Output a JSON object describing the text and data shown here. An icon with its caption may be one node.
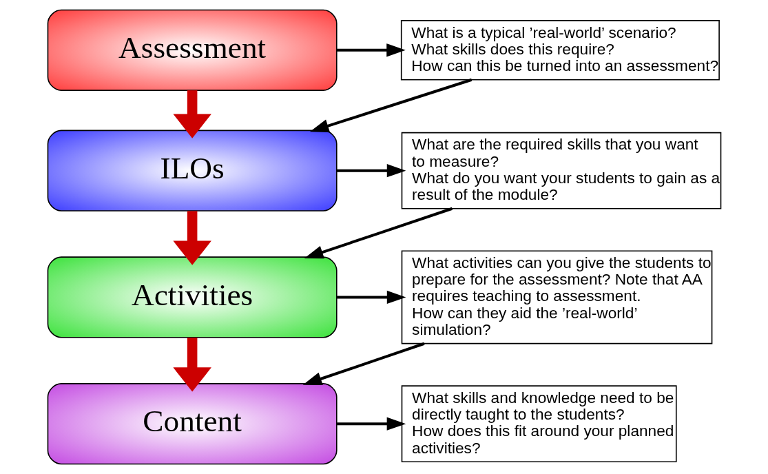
{
  "diagram": {
    "nodes": [
      {
        "text": [
          "Assessment"
        ]
      },
      {
        "text": [
          "ILOs"
        ]
      },
      {
        "text": [
          "Activities"
        ]
      },
      {
        "text": [
          "Content"
        ]
      },
      {
        "text": [
          "What is a typical ’real-world’ scenario?",
          "What skills does this require?",
          "How can this be turned into an assessment?"
        ]
      },
      {
        "text": [
          "What are the required skills that you want to measure?",
          "What do you want your students to gain as a result of the module?"
        ]
      },
      {
        "text": [
          "What activities can you give the students to prepare for the assessment? Note that AA requires teaching to assessment.",
          "How can they aid the ’real-world’ simulation?"
        ]
      },
      {
        "text": [
          "What skills and knowledge need to be directly taught to the students?",
          "How does this fit around your planned activities?"
        ]
      }
    ],
    "edges": [
      {
        "from": 0,
        "to": 4,
        "arrow": "to"
      },
      {
        "from": 0,
        "to": 1,
        "arrow": "to",
        "style": "thick",
        "color": "#cc0000"
      },
      {
        "from": 4,
        "to": 1,
        "arrow": "to"
      },
      {
        "from": 1,
        "to": 5,
        "arrow": "to"
      },
      {
        "from": 1,
        "to": 2,
        "arrow": "to",
        "style": "thick",
        "color": "#cc0000"
      },
      {
        "from": 5,
        "to": 2,
        "arrow": "to"
      },
      {
        "from": 2,
        "to": 6,
        "arrow": "to"
      },
      {
        "from": 2,
        "to": 3,
        "arrow": "to",
        "style": "thick",
        "color": "#cc0000"
      },
      {
        "from": 6,
        "to": 3,
        "arrow": "to"
      },
      {
        "from": 3,
        "to": 7,
        "arrow": "to"
      }
    ]
  }
}
